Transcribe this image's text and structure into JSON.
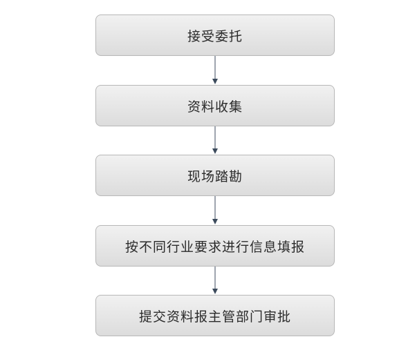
{
  "flowchart": {
    "steps": [
      {
        "label": "接受委托"
      },
      {
        "label": "资料收集"
      },
      {
        "label": "现场踏勘"
      },
      {
        "label": "按不同行业要求进行信息填报"
      },
      {
        "label": "提交资料报主管部门审批"
      }
    ],
    "arrow_color": "#3b4a5c"
  }
}
